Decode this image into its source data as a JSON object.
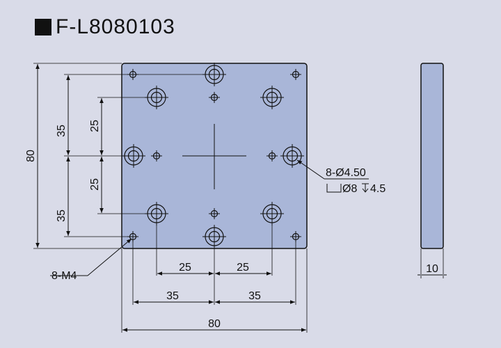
{
  "title": "F-L8080103",
  "colors": {
    "background": "#d9dbe8",
    "plate": "#a9b6d8",
    "line": "#111111"
  },
  "dimensions": {
    "width": "80",
    "height": "80",
    "thickness": "10",
    "h_pitch_small": "25",
    "h_pitch_large": "35",
    "v_pitch_small": "25",
    "v_pitch_large": "35"
  },
  "callouts": {
    "hole_spec": "8-Ø4.50",
    "counterbore_dia": "Ø8",
    "counterbore_depth": "4.5",
    "tap_spec": "8-M4"
  }
}
